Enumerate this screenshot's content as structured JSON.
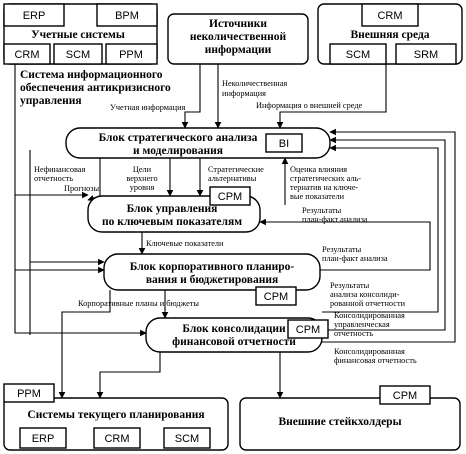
{
  "top_groups": {
    "accounting": {
      "title": "Учетные системы",
      "tags": [
        "ERP",
        "BPM",
        "CRM",
        "SCM",
        "PPM"
      ]
    },
    "non_quant": {
      "title_lines": [
        "Источники",
        "неколичественной",
        "информации"
      ]
    },
    "external": {
      "title": "Внешняя среда",
      "tags": [
        "CRM",
        "SCM",
        "SRM"
      ]
    }
  },
  "system_title_lines": [
    "Система информационного",
    "обеспечения антикризисного",
    "управления"
  ],
  "blocks": {
    "strategic": {
      "title_lines": [
        "Блок стратегического анализа",
        "и моделирования"
      ],
      "tag": "BI"
    },
    "kpi": {
      "title_lines": [
        "Блок управления",
        "по ключевым показателям"
      ],
      "tag": "CPM"
    },
    "planning": {
      "title_lines": [
        "Блок корпоративного планиро-",
        "вания и бюджетирования"
      ],
      "tag": "CPM"
    },
    "consolidation": {
      "title_lines": [
        "Блок консолидации",
        "финансовой отчетности"
      ],
      "tag": "CPM"
    }
  },
  "bottom_groups": {
    "current_planning": {
      "title": "Системы текущего планирования",
      "tags": [
        "PPM",
        "ERP",
        "CRM",
        "SCM"
      ]
    },
    "stakeholders": {
      "title": "Внешние стейкхолдеры",
      "tag": "CPM"
    }
  },
  "flow_labels": {
    "accounting_info": "Учетная информация",
    "non_quant_info": [
      "Неколичественная",
      "информация"
    ],
    "external_info": "Информация о внешней среде",
    "non_fin_report": [
      "Нефинансовая",
      "отчетность"
    ],
    "forecasts": "Прогнозы",
    "top_goals": [
      "Цели",
      "верхнего",
      "уровня"
    ],
    "strategic_alternatives": [
      "Стратегические",
      "альтернативы"
    ],
    "impact_assessment": [
      "Оценка влияния",
      "стратегических аль-",
      "тернатив на ключе-",
      "вые показатели"
    ],
    "plan_fact_results_1": [
      "Результаты",
      "план-факт анализа"
    ],
    "key_indicators": "Ключевые показатели",
    "plan_fact_results_2": [
      "Результаты",
      "план-факт анализа"
    ],
    "consolidation_results": [
      "Результаты",
      "анализа консолиди-",
      "рованной отчетности"
    ],
    "corporate_plans": "Корпоративные планы и бюджеты",
    "consolidated_mgmt": [
      "Консолидированная",
      "управленческая",
      "отчетность"
    ],
    "consolidated_fin": [
      "Консолидированная",
      "финансовая отчетность"
    ]
  }
}
